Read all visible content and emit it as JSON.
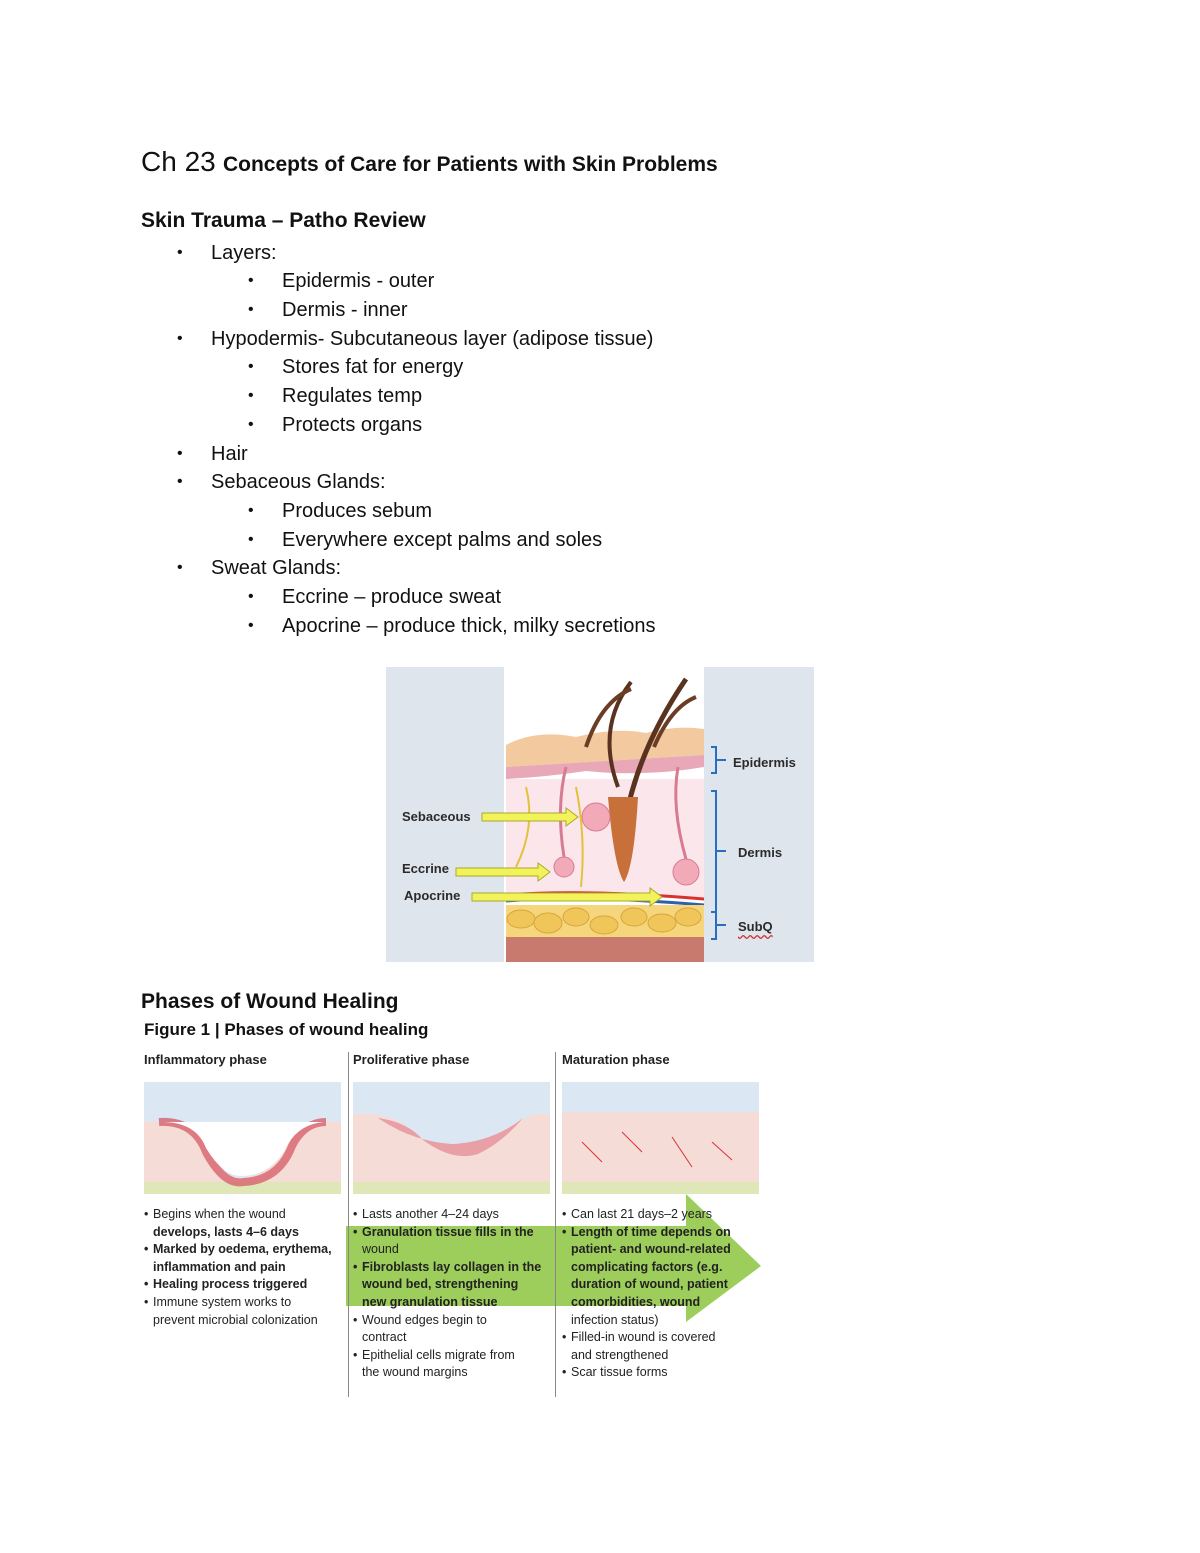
{
  "title": {
    "chapter": "Ch 23",
    "text": "Concepts of Care for Patients with Skin Problems"
  },
  "section1": {
    "heading": "Skin Trauma – Patho Review",
    "bullets": [
      {
        "level": 1,
        "text": "Layers:"
      },
      {
        "level": 2,
        "text": "Epidermis - outer"
      },
      {
        "level": 2,
        "text": "Dermis - inner"
      },
      {
        "level": 1,
        "text": "Hypodermis- Subcutaneous layer (adipose tissue)"
      },
      {
        "level": 2,
        "text": "Stores fat for energy"
      },
      {
        "level": 2,
        "text": "Regulates temp"
      },
      {
        "level": 2,
        "text": "Protects organs"
      },
      {
        "level": 1,
        "text": "Hair"
      },
      {
        "level": 1,
        "text": "Sebaceous Glands:"
      },
      {
        "level": 2,
        "text": "Produces sebum"
      },
      {
        "level": 2,
        "text": "Everywhere except palms and soles"
      },
      {
        "level": 1,
        "text": "Sweat Glands:"
      },
      {
        "level": 2,
        "text": "Eccrine – produce sweat"
      },
      {
        "level": 2,
        "text": "Apocrine – produce thick, milky secretions"
      }
    ]
  },
  "skin_figure": {
    "labels": {
      "sebaceous": "Sebaceous",
      "eccrine": "Eccrine",
      "apocrine": "Apocrine",
      "epidermis": "Epidermis",
      "dermis": "Dermis",
      "subq": "SubQ"
    },
    "arrow_color": "#f2f25a"
  },
  "section2": {
    "heading": "Phases of Wound Healing",
    "figure_title": "Figure 1 | Phases of wound healing",
    "phases": [
      {
        "name": "Inflammatory phase",
        "items": [
          {
            "text": "Begins when the wound",
            "bold": false,
            "bullet": true
          },
          {
            "text": "develops, lasts 4–6 days",
            "bold": true,
            "bullet": false
          },
          {
            "text": "Marked by oedema, erythema,",
            "bold": true,
            "bullet": true
          },
          {
            "text": "inflammation and pain",
            "bold": true,
            "bullet": false
          },
          {
            "text": "Healing process triggered",
            "bold": true,
            "bullet": true
          },
          {
            "text": "Immune system works to",
            "bold": false,
            "bullet": true
          },
          {
            "text": "prevent microbial colonization",
            "bold": false,
            "bullet": false
          }
        ]
      },
      {
        "name": "Proliferative phase",
        "items": [
          {
            "text": "Lasts another 4–24 days",
            "bold": false,
            "bullet": true
          },
          {
            "text": "Granulation tissue fills in the",
            "bold": true,
            "bullet": true
          },
          {
            "text": "wound",
            "bold": false,
            "bullet": false
          },
          {
            "text": "Fibroblasts lay collagen in the",
            "bold": true,
            "bullet": true
          },
          {
            "text": "wound bed, strengthening",
            "bold": true,
            "bullet": false
          },
          {
            "text": "new granulation tissue",
            "bold": true,
            "bullet": false
          },
          {
            "text": "Wound edges begin to",
            "bold": false,
            "bullet": true
          },
          {
            "text": "contract",
            "bold": false,
            "bullet": false
          },
          {
            "text": "Epithelial cells migrate from",
            "bold": false,
            "bullet": true
          },
          {
            "text": "the wound margins",
            "bold": false,
            "bullet": false
          }
        ]
      },
      {
        "name": "Maturation phase",
        "items": [
          {
            "text": "Can last 21 days–2 years",
            "bold": false,
            "bullet": true
          },
          {
            "text": "Length of time depends on",
            "bold": true,
            "bullet": true
          },
          {
            "text": "patient- and wound-related",
            "bold": true,
            "bullet": false
          },
          {
            "text": "complicating factors (e.g.",
            "bold": true,
            "bullet": false
          },
          {
            "text": "duration of wound, patient",
            "bold": true,
            "bullet": false
          },
          {
            "text": "comorbidities, wound",
            "bold": true,
            "bullet": false
          },
          {
            "text": "infection status)",
            "bold": false,
            "bullet": false
          },
          {
            "text": "Filled-in wound is covered",
            "bold": false,
            "bullet": true
          },
          {
            "text": "and strengthened",
            "bold": false,
            "bullet": false
          },
          {
            "text": "Scar tissue forms",
            "bold": false,
            "bullet": true
          }
        ]
      }
    ],
    "arrow_color": "#8cc63f"
  }
}
